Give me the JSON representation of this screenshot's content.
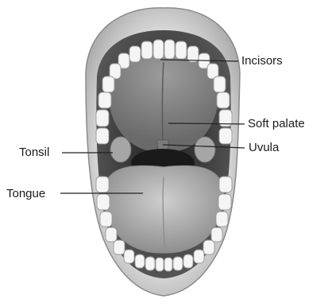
{
  "labels": {
    "incisors": "Incisors",
    "soft_palate": "Soft palate",
    "uvula": "Uvula",
    "tonsil": "Tonsil",
    "tongue": "Tongue"
  },
  "colors": {
    "lip": "#c9c9c9",
    "lip_shadow": "#9a9a9a",
    "cavity": "#3a3a3a",
    "palate": "#8c8c8c",
    "tongue": "#b4b4b4",
    "teeth": "#f4f4f4",
    "leader": "#222222"
  }
}
